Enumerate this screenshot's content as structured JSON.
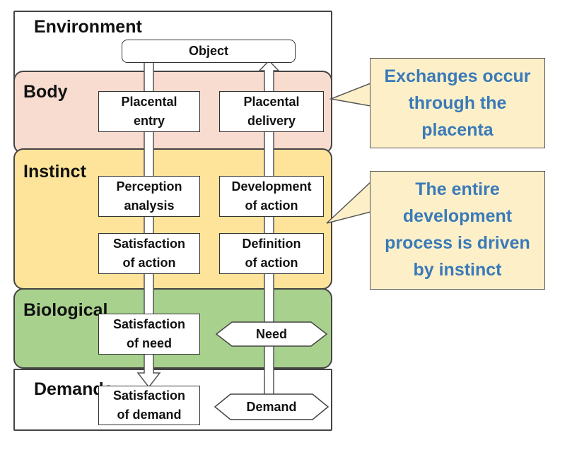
{
  "layers": {
    "environment": "Environment",
    "body": "Body",
    "instinct": "Instinct",
    "biological": "Biological",
    "demands": "Demands"
  },
  "boxes": {
    "object": "Object",
    "placental_entry": "Placental\nentry",
    "placental_delivery": "Placental\ndelivery",
    "perception_analysis": "Perception\nanalysis",
    "development_of_action": "Development\nof action",
    "satisfaction_of_action": "Satisfaction\nof action",
    "definition_of_action": "Definition\nof action",
    "satisfaction_of_need": "Satisfaction\nof need",
    "need": "Need",
    "satisfaction_of_demand": "Satisfaction\nof demand",
    "demand": "Demand"
  },
  "callouts": {
    "placenta": "Exchanges occur\nthrough the\nplacenta",
    "instinct": "The entire\ndevelopment\nprocess is driven\nby instinct"
  },
  "colors": {
    "environment_fill": "#ffffff",
    "body_fill": "#f8dccf",
    "instinct_fill": "#fde49a",
    "biological_fill": "#a9d18e",
    "demands_fill": "#ffffff",
    "callout_fill": "#fdf0c9",
    "callout_text": "#3a7ab8"
  }
}
